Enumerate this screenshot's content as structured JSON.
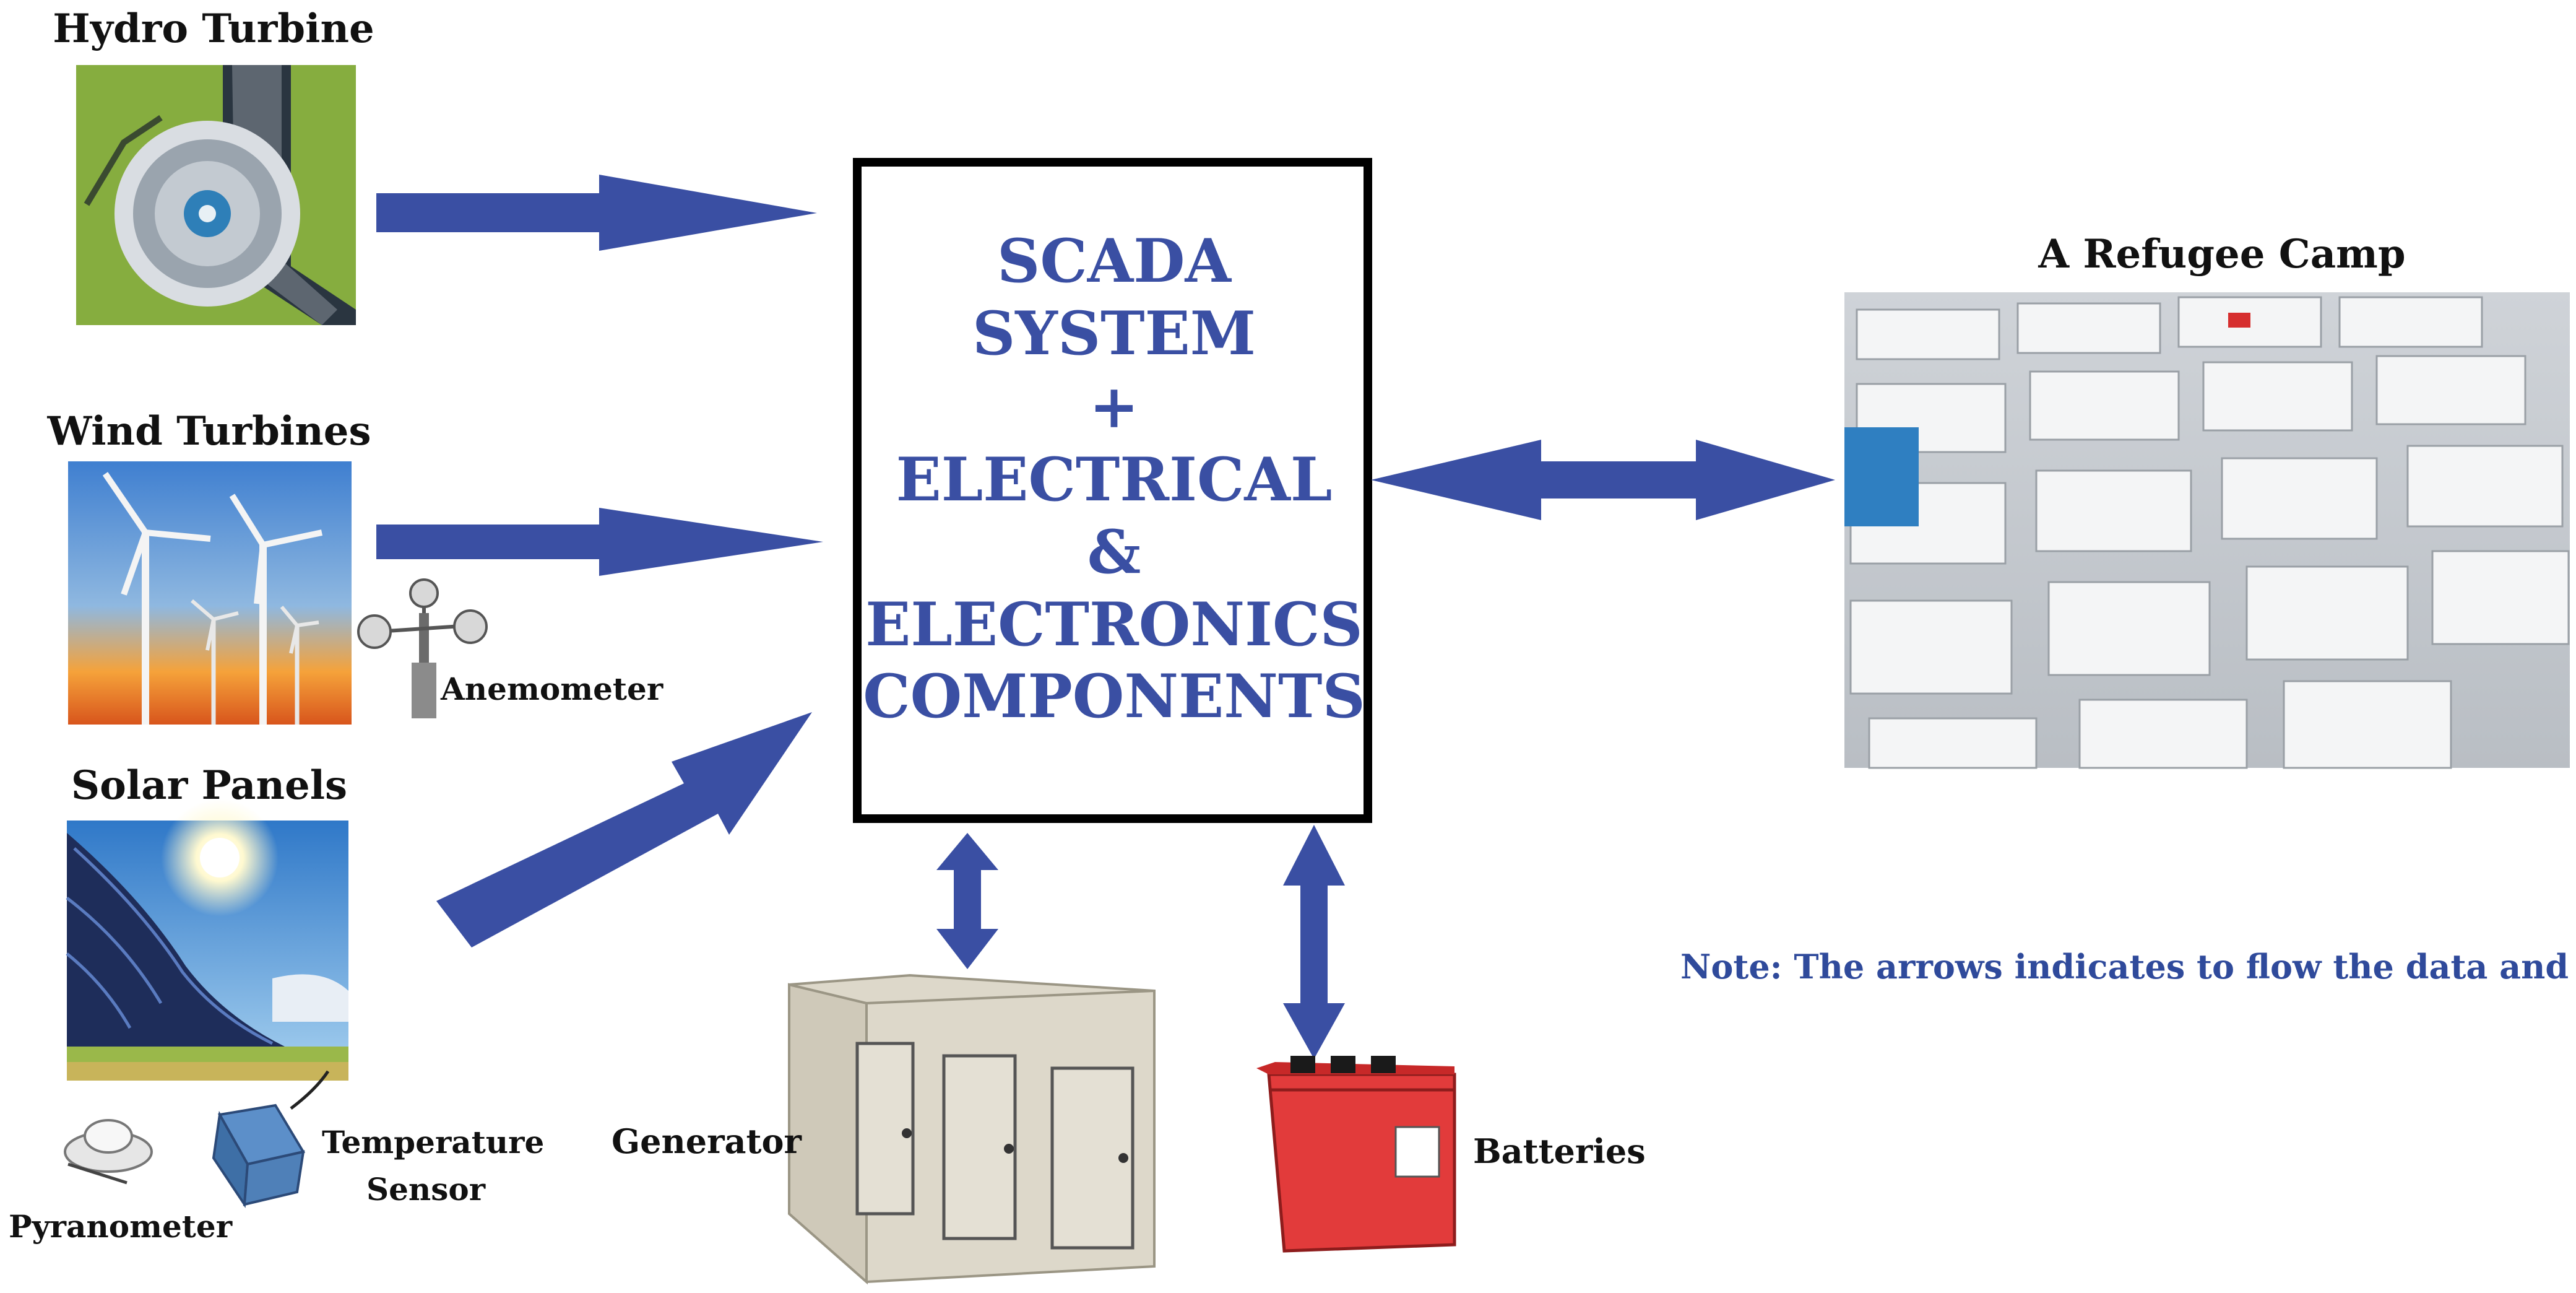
{
  "sources": {
    "hydro": "Hydro Turbine",
    "wind": "Wind Turbines",
    "anemometer": "Anemometer",
    "solar": "Solar Panels",
    "pyranometer": "Pyranometer",
    "temperature_line1": "Temperature",
    "temperature_line2": "Sensor"
  },
  "center": {
    "line1": "SCADA",
    "line2": "SYSTEM",
    "line3": "+",
    "line4": "ELECTRICAL",
    "line5": "&",
    "line6": "ELECTRONICS",
    "line7": "COMPONENTS"
  },
  "load": {
    "title": "A Refugee Camp"
  },
  "storage": {
    "generator": "Generator",
    "batteries": "Batteries"
  },
  "note": "Note: The arrows indicates to flow the data and power.",
  "colors": {
    "arrow": "#3a4fa3",
    "center_text": "#3a4fa3",
    "note_text": "#2f4a9b",
    "label_text": "#111111",
    "box_border": "#000000",
    "battery": "#e23b3b",
    "generator": "#dcd7c9",
    "grass": "#7fa63a",
    "sky": "#4a8fd0"
  },
  "icons": {
    "hydro": "hydro-turbine-photo",
    "wind": "wind-turbines-photo",
    "anemometer": "anemometer-icon",
    "solar": "solar-panels-photo",
    "pyranometer": "pyranometer-icon",
    "temperature": "temperature-sensor-icon",
    "camp": "refugee-camp-photo",
    "generator": "generator-icon",
    "batteries": "battery-icon"
  }
}
